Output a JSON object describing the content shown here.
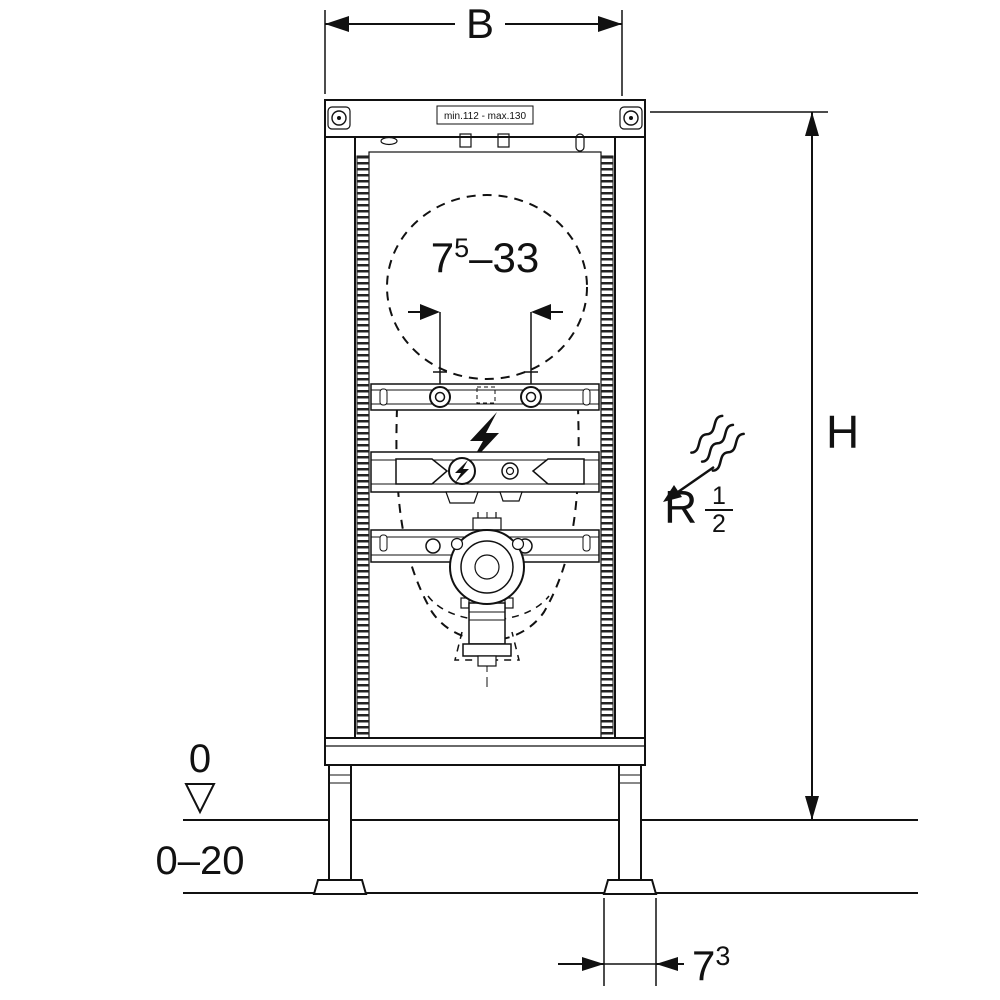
{
  "drawing": {
    "top_dimension": {
      "label": "B"
    },
    "right_dimension": {
      "label": "H"
    },
    "frame": {
      "adjustment_note": "min.112 - max.130"
    },
    "fixing_spacing": {
      "value_main": "7",
      "value_sup": "5",
      "value_rest": "–33"
    },
    "water_supply": {
      "prefix": "R",
      "frac_num": "1",
      "frac_den": "2"
    },
    "floor_datum": {
      "zero": "0",
      "range": "0–20"
    },
    "foot_plate_dimension": {
      "value_main": "7",
      "value_sup": "3"
    },
    "colors": {
      "line": "#111111",
      "background": "#ffffff"
    }
  }
}
